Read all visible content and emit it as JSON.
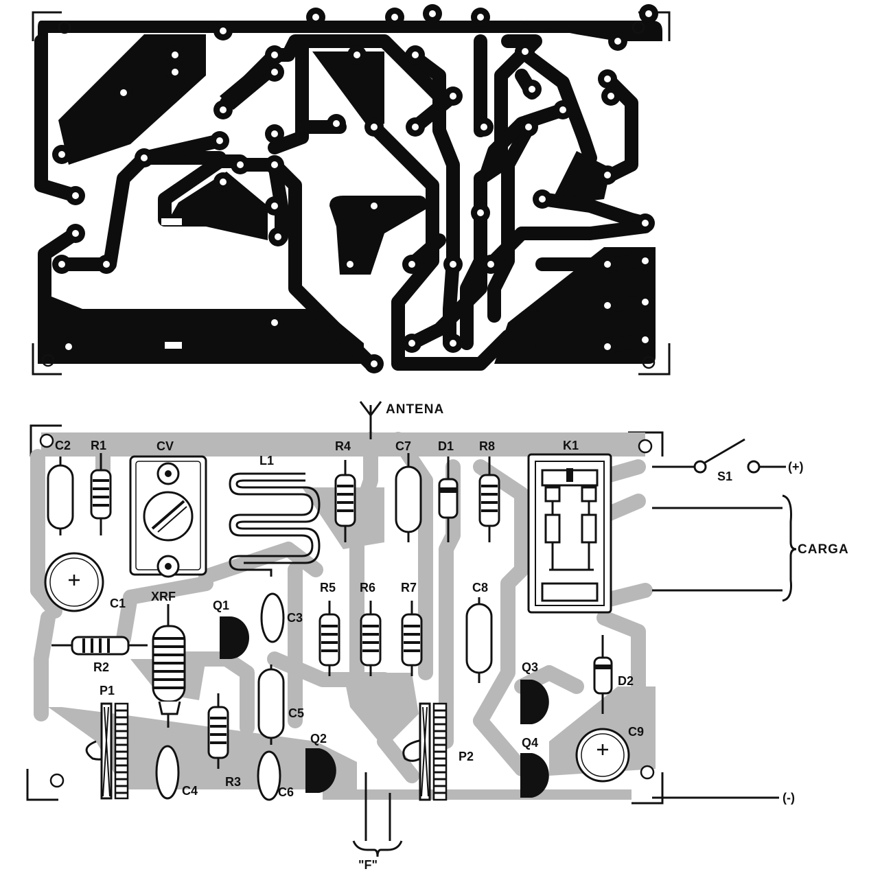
{
  "labels": {
    "antenna": "ANTENA",
    "load": "CARGA",
    "positive": "(+)",
    "negative": "(-)",
    "focus": "\"F\"",
    "switch": "S1",
    "relay": "K1",
    "cv": "CV",
    "l1": "L1",
    "xrf": "XRF",
    "c1": "C1",
    "c2": "C2",
    "c3": "C3",
    "c4": "C4",
    "c5": "C5",
    "c6": "C6",
    "c7": "C7",
    "c8": "C8",
    "c9": "C9",
    "r1": "R1",
    "r2": "R2",
    "r3": "R3",
    "r4": "R4",
    "r5": "R5",
    "r6": "R6",
    "r7": "R7",
    "r8": "R8",
    "d1": "D1",
    "d2": "D2",
    "q1": "Q1",
    "q2": "Q2",
    "q3": "Q3",
    "q4": "Q4",
    "p1": "P1",
    "p2": "P2"
  },
  "colors": {
    "copper": "#0d0d0d",
    "shadow_copper": "#b8b8b8",
    "background": "#ffffff"
  }
}
